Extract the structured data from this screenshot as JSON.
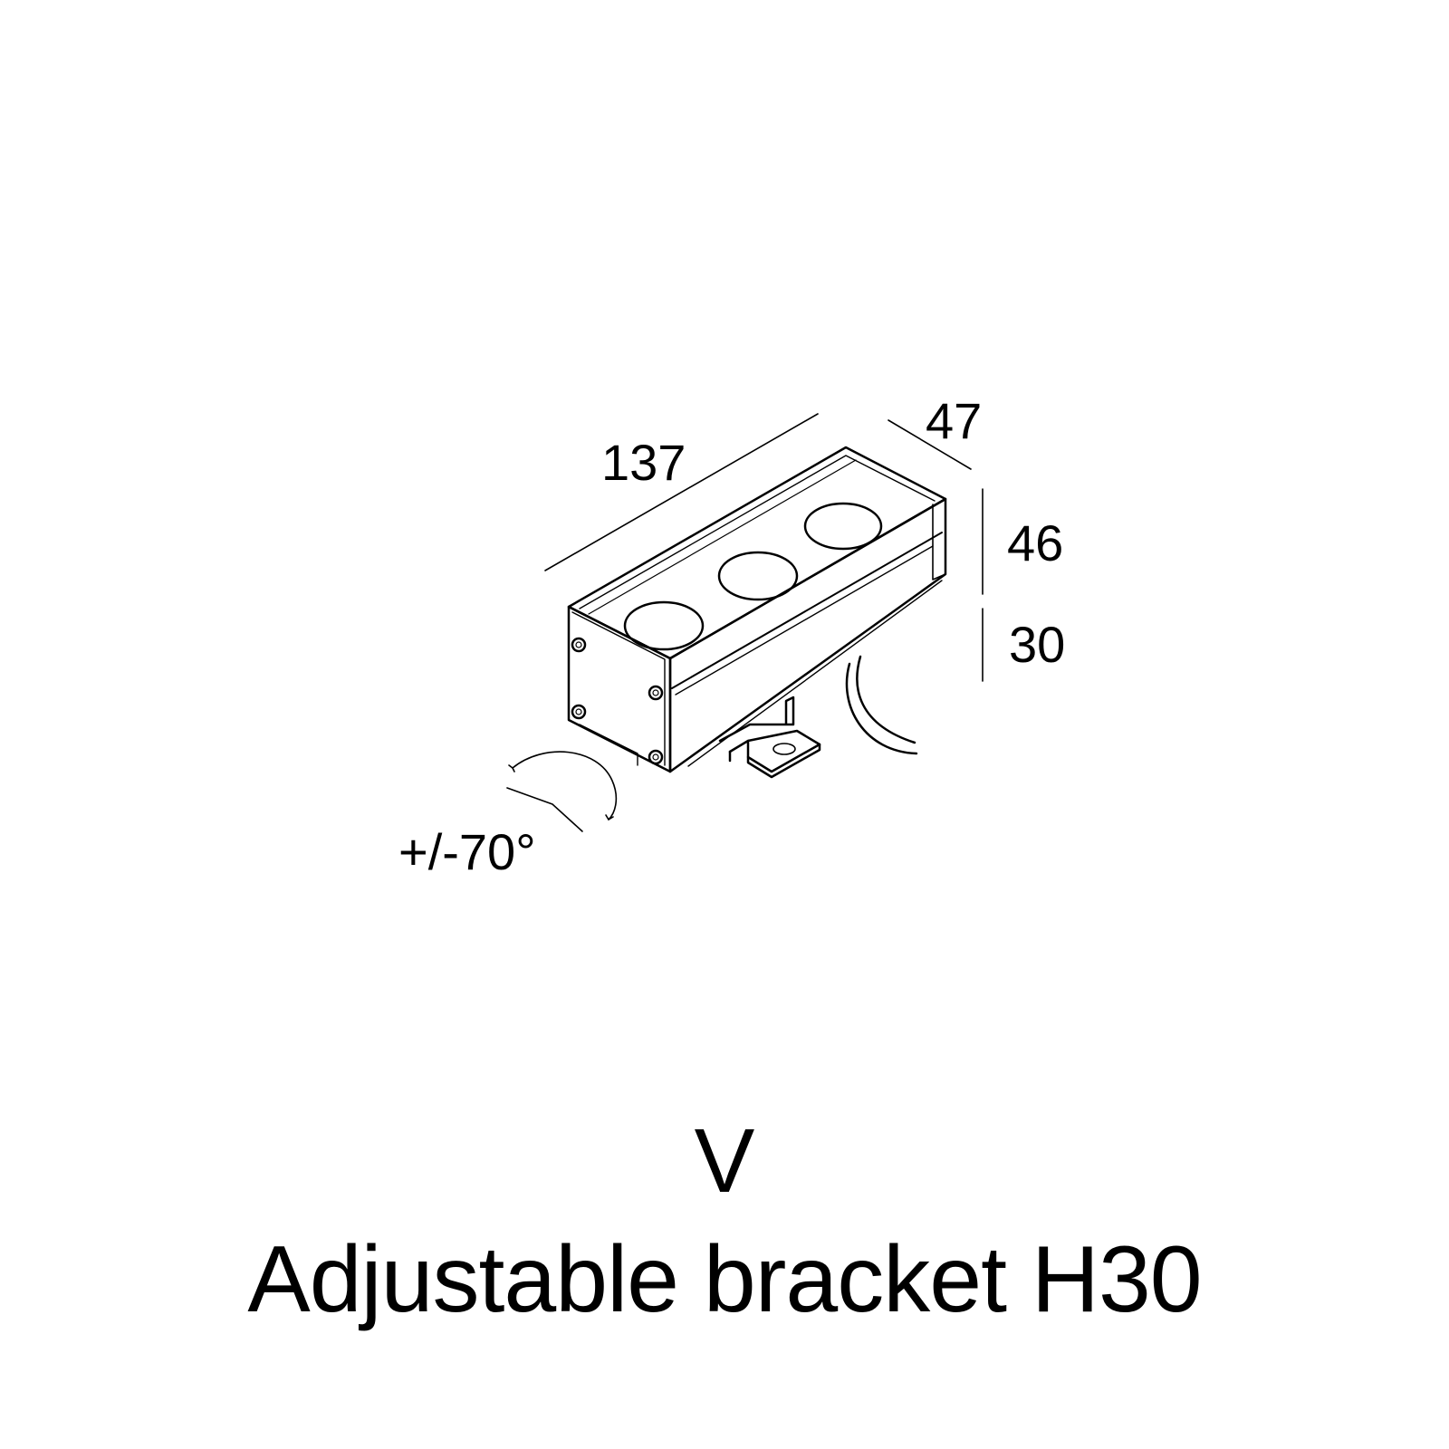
{
  "dimensions": {
    "length": "137",
    "depth": "47",
    "body_height": "46",
    "bracket_height": "30",
    "tilt_angle": "+/-70°"
  },
  "variant_code": "V",
  "product_name": "Adjustable bracket H30",
  "colors": {
    "line": "#000000",
    "background": "#ffffff"
  }
}
